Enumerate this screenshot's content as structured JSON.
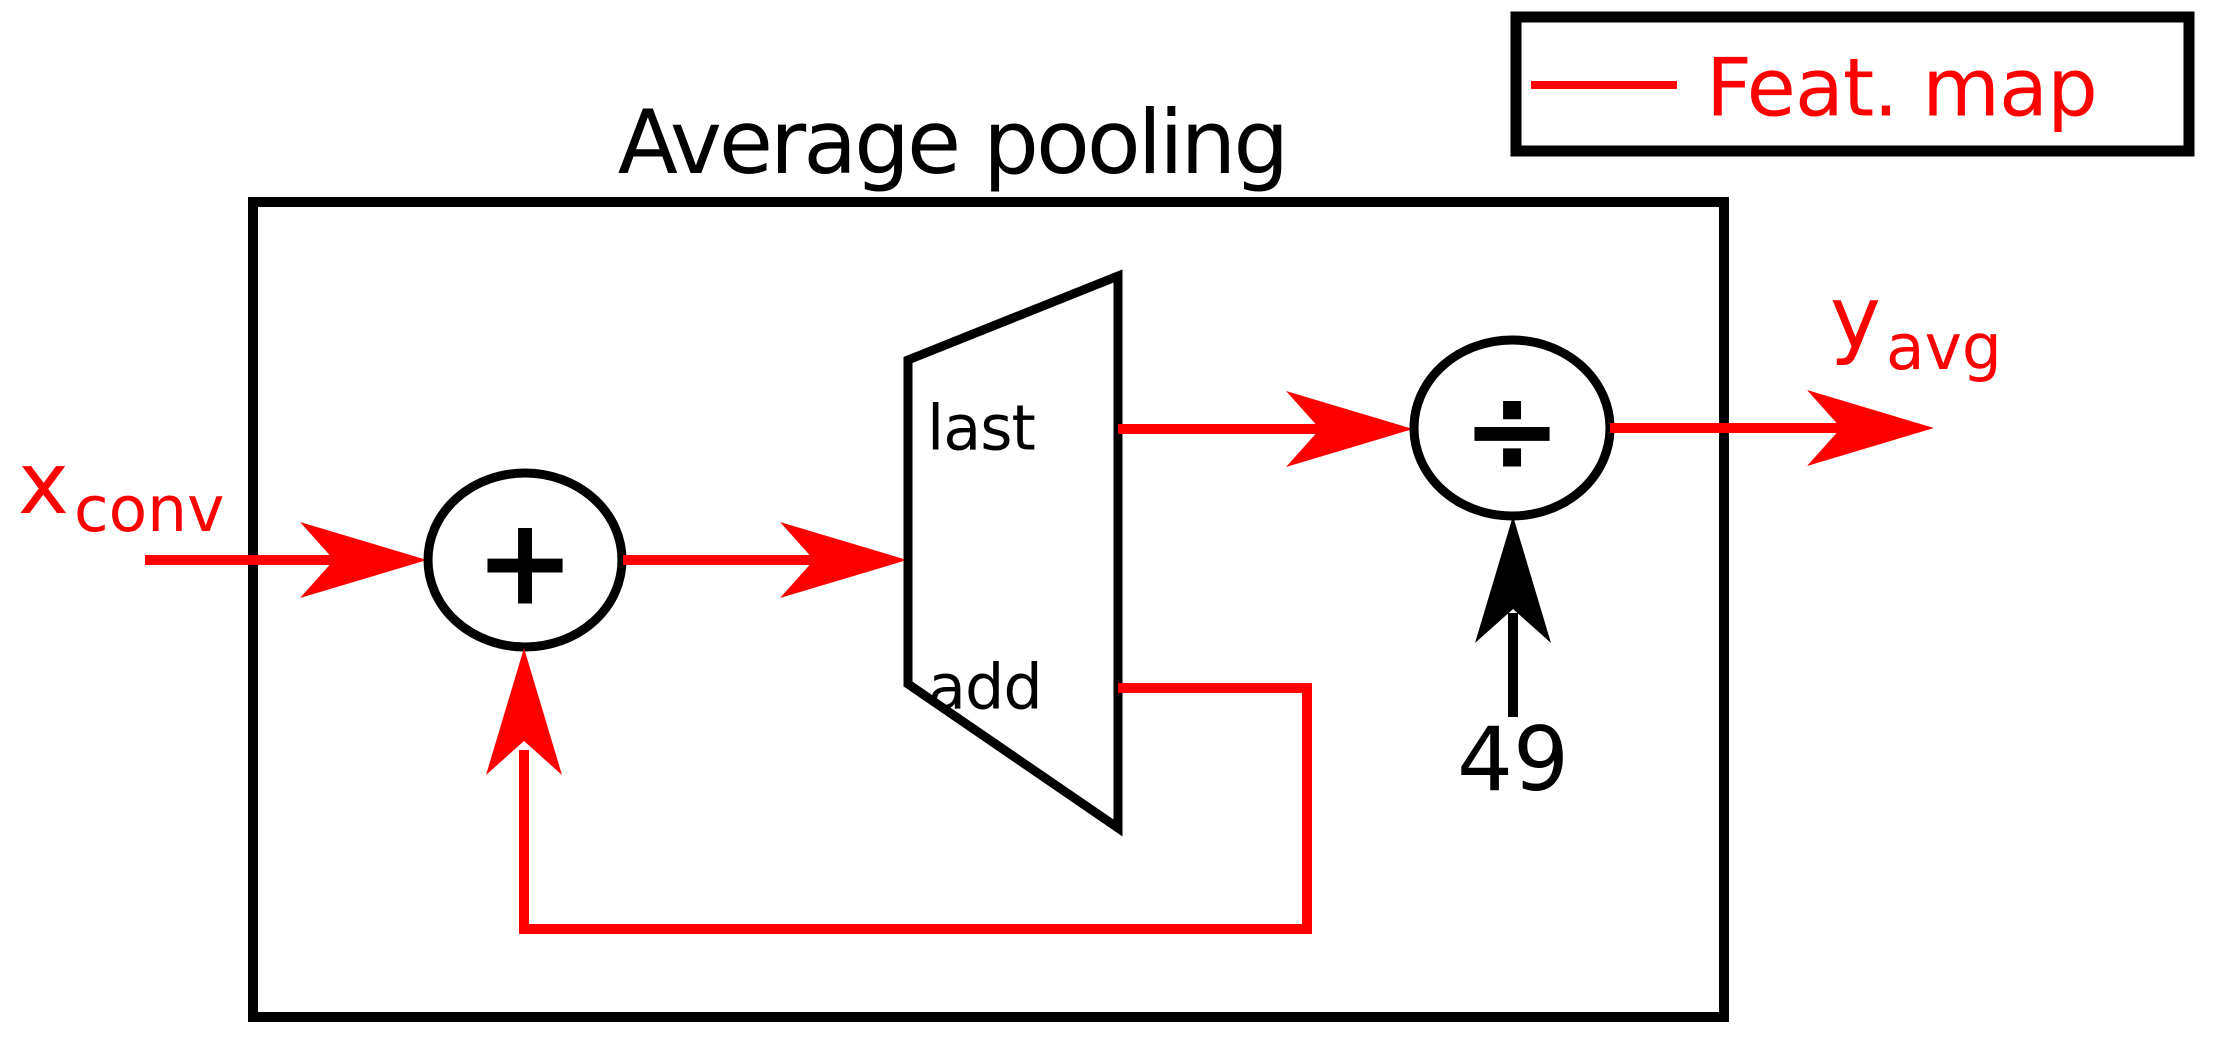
{
  "figure": {
    "title": "Average pooling",
    "legend": {
      "entry_label": "Feat. map"
    },
    "labels": {
      "input_base": "x",
      "input_sub": "conv",
      "output_base": "y",
      "output_sub": "avg",
      "mux_port_top": "last",
      "mux_port_bottom": "add",
      "adder_symbol": "+",
      "divider_symbol": "÷",
      "divisor_value": "49"
    }
  },
  "colors": {
    "feat_map_red": "#ff0000",
    "diagram_black": "#000000",
    "background": "#ffffff"
  }
}
